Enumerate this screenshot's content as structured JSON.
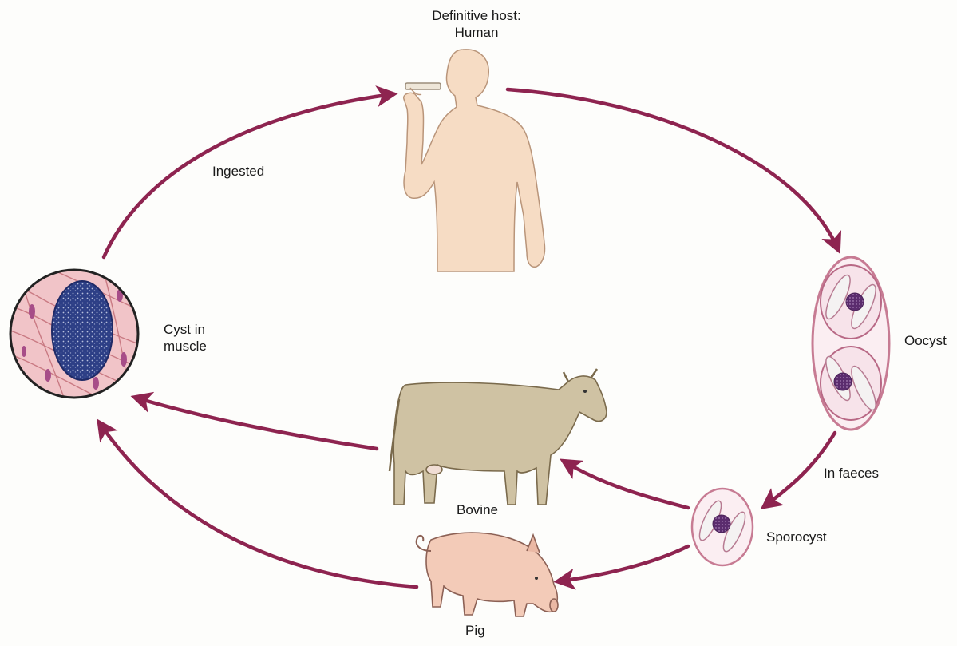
{
  "labels": {
    "definitive_host_line1": "Definitive host:",
    "definitive_host_line2": "Human",
    "ingested": "Ingested",
    "cyst_line1": "Cyst in",
    "cyst_line2": "muscle",
    "oocyst": "Oocyst",
    "in_faeces": "In faeces",
    "sporocyst": "Sporocyst",
    "bovine": "Bovine",
    "pig": "Pig"
  },
  "colors": {
    "arrow": "#8e2450",
    "skin": "#f6dcc4",
    "skin_outline": "#b9957a",
    "cow": "#cfc2a3",
    "pig": "#f3cbb8",
    "cyst": "#2d3f86",
    "muscle": "#f1c4c8",
    "oocyst_wall": "#c77b93"
  }
}
